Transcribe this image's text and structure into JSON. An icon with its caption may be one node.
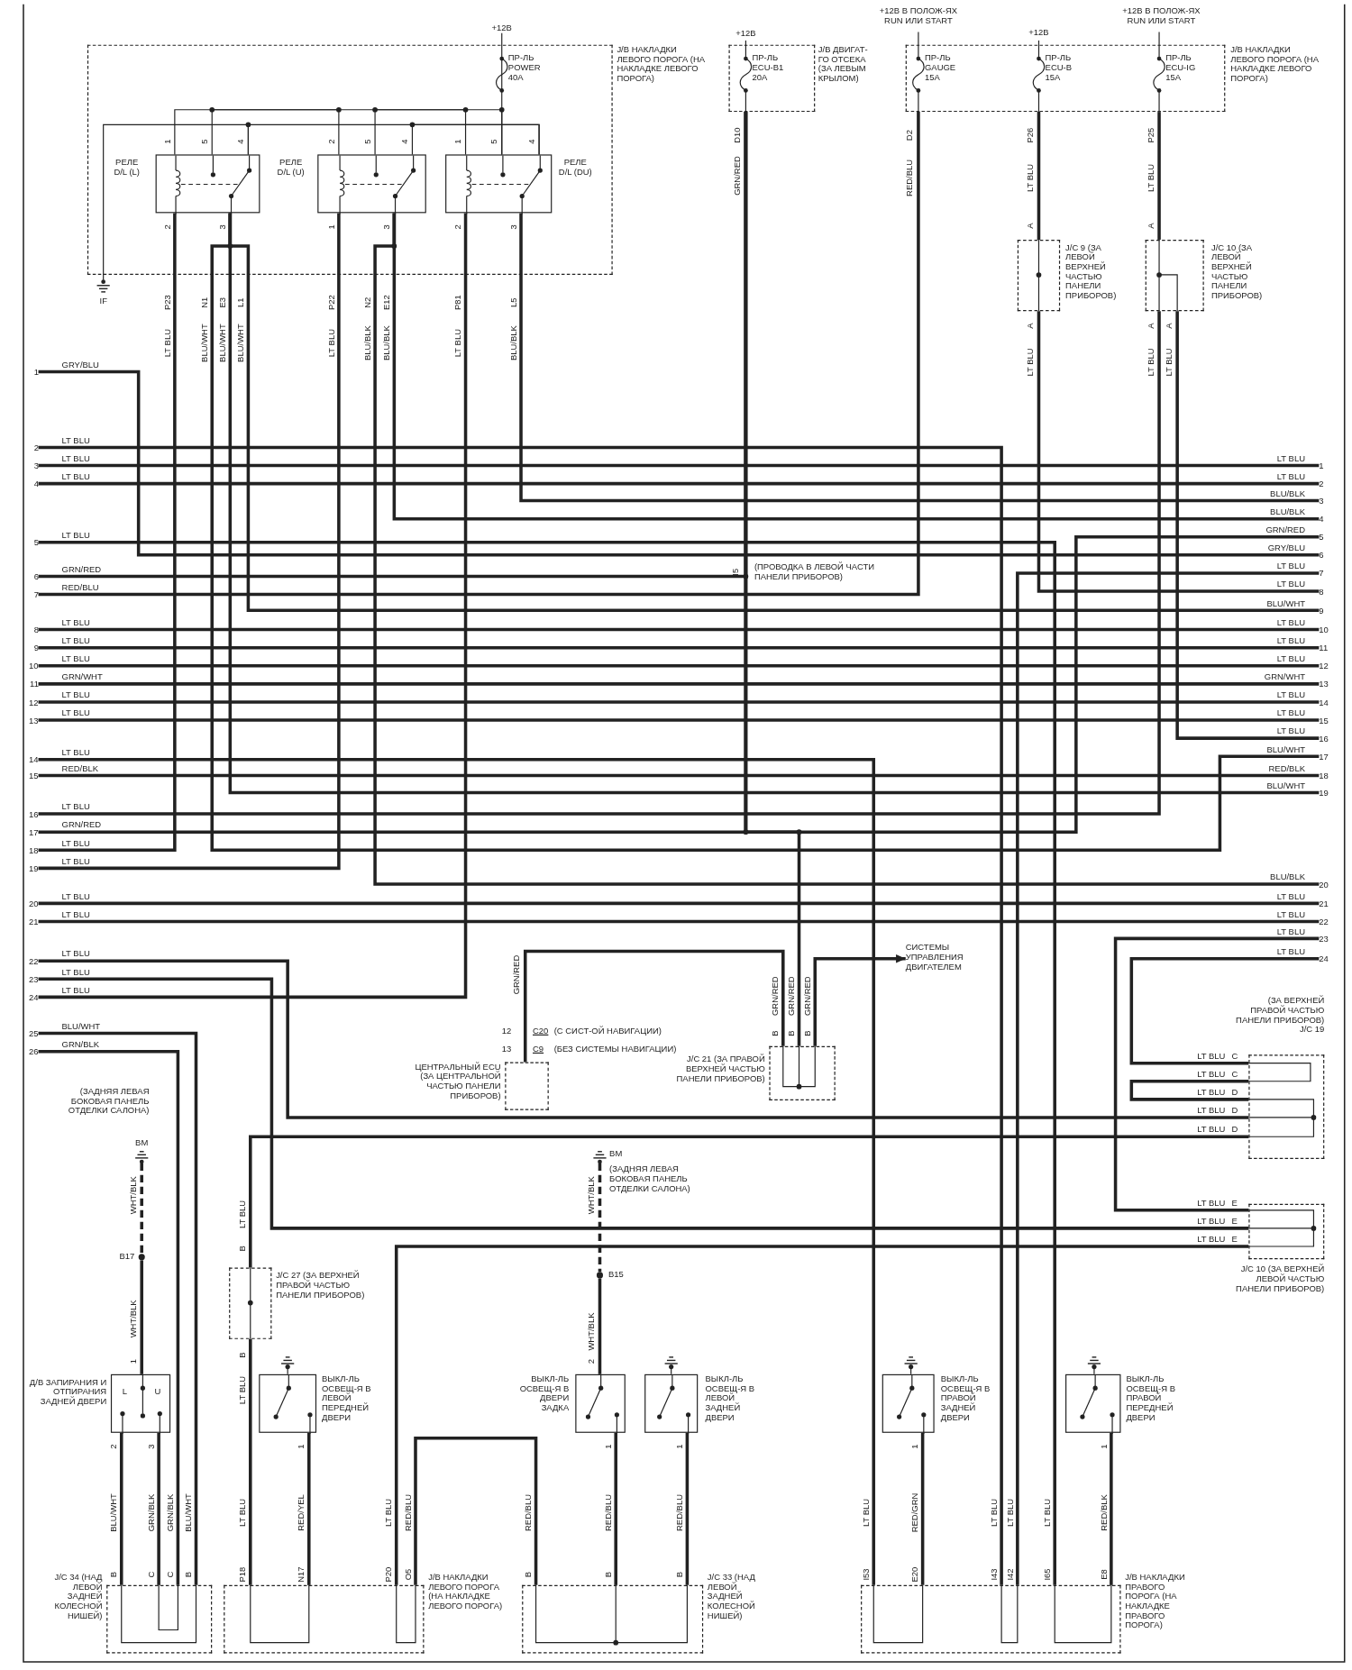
{
  "diagram": {
    "nodes": [
      {
        "text": [
          "J/B НАКЛАДКИ ЛЕВОГО ПОРОГА (НА НАКЛАДКЕ ЛЕВОГО ПОРОГА)"
        ]
      },
      {
        "text": [
          "РЕЛЕ D/L (L)"
        ],
        "in": 0
      },
      {
        "text": [
          "РЕЛЕ D/L (U)"
        ],
        "in": 0
      },
      {
        "text": [
          "РЕЛЕ D/L (DU)"
        ],
        "in": 0
      },
      {
        "text": [
          "J/B ДВИГАТ-ГО ОТСЕКА (ЗА ЛЕВЫМ КРЫЛОМ)"
        ]
      },
      {
        "text": [
          "J/B НАКЛАДКИ ЛЕВОГО ПОРОГА (НА НАКЛАДКЕ ЛЕВОГО ПОРОГА)"
        ]
      },
      {
        "text": [
          "J/C 9 (ЗА ЛЕВОЙ ВЕРХНЕЙ ЧАСТЬЮ ПАНЕЛИ ПРИБОРОВ)"
        ]
      },
      {
        "text": [
          "J/C 10 (ЗА ЛЕВОЙ ВЕРХНЕЙ ЧАСТЬЮ ПАНЕЛИ ПРИБОРОВ)"
        ]
      },
      {
        "text": [
          "ЦЕНТРАЛЬНЫЙ ECU (ЗА ЦЕНТРАЛЬНОЙ ЧАСТЬЮ ПАНЕЛИ ПРИБОРОВ)"
        ]
      },
      {
        "text": [
          "J/C 21 (ЗА ПРАВОЙ ВЕРХНЕЙ ЧАСТЬЮ ПАНЕЛИ ПРИБОРОВ)"
        ]
      },
      {
        "text": [
          "СИСТЕМЫ УПРАВЛЕНИЯ ДВИГАТЕЛЕМ"
        ]
      },
      {
        "text": [
          "(ЗА ВЕРХНЕЙ ПРАВОЙ ЧАСТЬЮ ПАНЕЛИ ПРИБОРОВ) J/C 19"
        ]
      },
      {
        "text": [
          "J/C 10 (ЗА ВЕРХНЕЙ ЛЕВОЙ ЧАСТЬЮ ПАНЕЛИ ПРИБОРОВ)"
        ]
      },
      {
        "text": [
          "J/C 27 (ЗА ВЕРХНЕЙ ПРАВОЙ ЧАСТЬЮ ПАНЕЛИ ПРИБОРОВ)"
        ]
      },
      {
        "text": [
          "Д/В ЗАПИРАНИЯ И ОТПИРАНИЯ ЗАДНЕЙ ДВЕРИ"
        ]
      },
      {
        "text": [
          "ВЫКЛ-ЛЬ ОСВЕЩ-Я В ЛЕВОЙ ПЕРЕДНЕЙ ДВЕРИ"
        ]
      },
      {
        "text": [
          "ВЫКЛ-ЛЬ ОСВЕЩ-Я В ДВЕРИ ЗАДКА"
        ]
      },
      {
        "text": [
          "ВЫКЛ-ЛЬ ОСВЕЩ-Я В ЛЕВОЙ ЗАДНЕЙ ДВЕРИ"
        ]
      },
      {
        "text": [
          "ВЫКЛ-ЛЬ ОСВЕЩ-Я В ПРАВОЙ ЗАДНЕЙ ДВЕРИ"
        ]
      },
      {
        "text": [
          "ВЫКЛ-ЛЬ ОСВЕЩ-Я В ПРАВОЙ ПЕРЕДНЕЙ ДВЕРИ"
        ]
      },
      {
        "text": [
          "J/C 34 (НАД ЛЕВОЙ ЗАДНЕЙ КОЛЕСНОЙ НИШЕЙ)"
        ]
      },
      {
        "text": [
          "J/B НАКЛАДКИ ЛЕВОГО ПОРОГА (НА НАКЛАДКЕ ЛЕВОГО ПОРОГА)"
        ]
      },
      {
        "text": [
          "J/C 33 (НАД ЛЕВОЙ ЗАДНЕЙ КОЛЕСНОЙ НИШЕЙ)"
        ]
      },
      {
        "text": [
          "J/B НАКЛАДКИ ПРАВОГО ПОРОГА (НА НАКЛАДКЕ ПРАВОГО ПОРОГА)"
        ]
      },
      {
        "text": [
          "1"
        ]
      },
      {
        "text": [
          "2"
        ]
      },
      {
        "text": [
          "3"
        ]
      },
      {
        "text": [
          "4"
        ]
      },
      {
        "text": [
          "5"
        ]
      },
      {
        "text": [
          "6"
        ]
      },
      {
        "text": [
          "7"
        ]
      },
      {
        "text": [
          "8"
        ]
      },
      {
        "text": [
          "9"
        ]
      },
      {
        "text": [
          "10"
        ]
      },
      {
        "text": [
          "11"
        ]
      },
      {
        "text": [
          "12"
        ]
      },
      {
        "text": [
          "13"
        ]
      },
      {
        "text": [
          "14"
        ]
      },
      {
        "text": [
          "15"
        ]
      },
      {
        "text": [
          "16"
        ]
      },
      {
        "text": [
          "17"
        ]
      },
      {
        "text": [
          "18"
        ]
      },
      {
        "text": [
          "19"
        ]
      },
      {
        "text": [
          "20"
        ]
      },
      {
        "text": [
          "21"
        ]
      },
      {
        "text": [
          "22"
        ]
      },
      {
        "text": [
          "23"
        ]
      },
      {
        "text": [
          "24"
        ]
      },
      {
        "text": [
          "25"
        ]
      },
      {
        "text": [
          "26"
        ]
      },
      {
        "text": [
          "1"
        ]
      },
      {
        "text": [
          "2"
        ]
      },
      {
        "text": [
          "3"
        ]
      },
      {
        "text": [
          "4"
        ]
      },
      {
        "text": [
          "5"
        ]
      },
      {
        "text": [
          "6"
        ]
      },
      {
        "text": [
          "7"
        ]
      },
      {
        "text": [
          "8"
        ]
      },
      {
        "text": [
          "9"
        ]
      },
      {
        "text": [
          "10"
        ]
      },
      {
        "text": [
          "11"
        ]
      },
      {
        "text": [
          "12"
        ]
      },
      {
        "text": [
          "13"
        ]
      },
      {
        "text": [
          "14"
        ]
      },
      {
        "text": [
          "15"
        ]
      },
      {
        "text": [
          "16"
        ]
      },
      {
        "text": [
          "17"
        ]
      },
      {
        "text": [
          "18"
        ]
      },
      {
        "text": [
          "19"
        ]
      },
      {
        "text": [
          "20"
        ]
      },
      {
        "text": [
          "21"
        ]
      },
      {
        "text": [
          "22"
        ]
      },
      {
        "text": [
          "23"
        ]
      },
      {
        "text": [
          "24"
        ]
      },
      {
        "text": [
          "IF"
        ]
      },
      {
        "text": [
          "BM"
        ]
      },
      {
        "text": [
          "B17"
        ]
      },
      {
        "text": [
          "BM"
        ]
      },
      {
        "text": [
          "B15"
        ]
      },
      {
        "text": [
          "+12В"
        ]
      }
    ],
    "edges": [
      {
        "from": 5,
        "to": 6,
        "arrow": "none"
      },
      {
        "from": 5,
        "to": 7,
        "arrow": "none"
      },
      {
        "from": 8,
        "to": 9,
        "arrow": "none"
      },
      {
        "from": 9,
        "to": 10,
        "arrow": "to"
      },
      {
        "from": 13,
        "to": 21,
        "arrow": "none"
      },
      {
        "from": 15,
        "to": 21,
        "arrow": "none"
      },
      {
        "from": 14,
        "to": 20,
        "arrow": "none"
      },
      {
        "from": 14,
        "to": 20,
        "arrow": "none"
      },
      {
        "from": 16,
        "to": 22,
        "arrow": "none"
      },
      {
        "from": 17,
        "to": 22,
        "arrow": "none"
      },
      {
        "from": 21,
        "to": 22,
        "arrow": "none"
      },
      {
        "from": 18,
        "to": 23,
        "arrow": "none"
      },
      {
        "from": 19,
        "to": 23,
        "arrow": "none"
      },
      {
        "from": 13,
        "to": 11,
        "arrow": "none"
      },
      {
        "from": 21,
        "to": 12,
        "arrow": "none"
      },
      {
        "from": 1,
        "to": 41,
        "arrow": "none"
      },
      {
        "from": 1,
        "to": 66,
        "arrow": "none"
      },
      {
        "from": 1,
        "to": 68,
        "arrow": "none"
      },
      {
        "from": 1,
        "to": 58,
        "arrow": "none"
      },
      {
        "from": 2,
        "to": 42,
        "arrow": "none"
      },
      {
        "from": 2,
        "to": 69,
        "arrow": "none"
      },
      {
        "from": 2,
        "to": 53,
        "arrow": "none"
      },
      {
        "from": 3,
        "to": 47,
        "arrow": "none"
      },
      {
        "from": 3,
        "to": 52,
        "arrow": "none"
      },
      {
        "from": 4,
        "to": 40,
        "arrow": "none"
      },
      {
        "from": 4,
        "to": 29,
        "arrow": "none"
      },
      {
        "from": 4,
        "to": 54,
        "arrow": "none"
      },
      {
        "from": 4,
        "to": 9,
        "arrow": "none"
      },
      {
        "from": 5,
        "to": 30,
        "arrow": "none"
      },
      {
        "from": 6,
        "to": 57,
        "arrow": "none"
      },
      {
        "from": 7,
        "to": 39,
        "arrow": "none"
      },
      {
        "from": 7,
        "to": 65,
        "arrow": "none"
      },
      {
        "from": 25,
        "to": 23,
        "arrow": "none"
      },
      {
        "from": 28,
        "to": 23,
        "arrow": "none"
      },
      {
        "from": 56,
        "to": 23,
        "arrow": "none"
      },
      {
        "from": 37,
        "to": 23,
        "arrow": "none"
      },
      {
        "from": 45,
        "to": 11,
        "arrow": "none"
      },
      {
        "from": 46,
        "to": 12,
        "arrow": "none"
      },
      {
        "from": 48,
        "to": 20,
        "arrow": "none"
      },
      {
        "from": 49,
        "to": 20,
        "arrow": "none"
      },
      {
        "from": 72,
        "to": 12,
        "arrow": "none"
      },
      {
        "from": 73,
        "to": 11,
        "arrow": "none"
      },
      {
        "from": 1,
        "to": 3,
        "arrow": "none"
      },
      {
        "from": 1,
        "to": 3,
        "arrow": "none"
      },
      {
        "from": 26,
        "to": 50,
        "arrow": "none"
      },
      {
        "from": 27,
        "to": 51,
        "arrow": "none"
      },
      {
        "from": 24,
        "to": 55,
        "arrow": "none"
      },
      {
        "from": 31,
        "to": 59,
        "arrow": "none"
      },
      {
        "from": 32,
        "to": 60,
        "arrow": "none"
      },
      {
        "from": 33,
        "to": 61,
        "arrow": "none"
      },
      {
        "from": 34,
        "to": 62,
        "arrow": "none"
      },
      {
        "from": 35,
        "to": 63,
        "arrow": "none"
      },
      {
        "from": 36,
        "to": 64,
        "arrow": "none"
      },
      {
        "from": 38,
        "to": 67,
        "arrow": "none"
      },
      {
        "from": 43,
        "to": 70,
        "arrow": "none"
      },
      {
        "from": 44,
        "to": 71,
        "arrow": "none"
      },
      {
        "from": 1,
        "to": 2,
        "arrow": "none"
      },
      {
        "from": 2,
        "to": 3,
        "arrow": "none"
      },
      {
        "from": 2,
        "to": 3,
        "arrow": "none"
      },
      {
        "from": 79,
        "to": 3,
        "arrow": "none"
      },
      {
        "from": 1,
        "to": 74,
        "arrow": "none"
      },
      {
        "from": 75,
        "to": 76,
        "arrow": "none",
        "style": "dashed"
      },
      {
        "from": 76,
        "to": 14,
        "arrow": "none"
      },
      {
        "from": 77,
        "to": 78,
        "arrow": "none",
        "style": "dashed"
      },
      {
        "from": 78,
        "to": 16,
        "arrow": "none"
      }
    ],
    "labels": [
      "ПР-ЛЬ POWER 40А",
      "1",
      "5",
      "4",
      "2",
      "3",
      "2",
      "5",
      "4",
      "1",
      "3",
      "1",
      "5",
      "4",
      "2",
      "3",
      "P23",
      "N1",
      "E3",
      "L1",
      "P22",
      "N2",
      "E12",
      "P81",
      "L5",
      "LT BLU",
      "BLU/WHT",
      "BLU/WHT",
      "BLU/WHT",
      "LT BLU",
      "BLU/BLK",
      "BLU/BLK",
      "LT BLU",
      "BLU/BLK",
      "+12В",
      "ПР-ЛЬ ECU-B1 20А",
      "D10",
      "GRN/RED",
      "+12В В ПОЛОЖ-ЯХ RUN ИЛИ START",
      "+12В",
      "+12В В ПОЛОЖ-ЯХ RUN ИЛИ START",
      "ПР-ЛЬ GAUGE 15А",
      "ПР-ЛЬ ECU-B 15А",
      "ПР-ЛЬ ECU-IG 15А",
      "D2",
      "RED/BLU",
      "P26",
      "LT BLU",
      "P25",
      "LT BLU",
      "A",
      "A",
      "A",
      "LT BLU",
      "A",
      "A",
      "LT BLU",
      "LT BLU",
      "GRY/BLU",
      "LT BLU",
      "LT BLU",
      "LT BLU",
      "LT BLU",
      "GRN/RED",
      "RED/BLU",
      "LT BLU",
      "LT BLU",
      "LT BLU",
      "GRN/WHT",
      "LT BLU",
      "LT BLU",
      "LT BLU",
      "RED/BLK",
      "LT BLU",
      "GRN/RED",
      "LT BLU",
      "LT BLU",
      "LT BLU",
      "LT BLU",
      "LT BLU",
      "LT BLU",
      "LT BLU",
      "BLU/WHT",
      "GRN/BLK",
      "I5",
      "(ПРОВОДКА В ЛЕВОЙ ЧАСТИ ПАНЕЛИ ПРИБОРОВ)",
      "LT BLU",
      "LT BLU",
      "BLU/BLK",
      "BLU/BLK",
      "GRN/RED",
      "GRY/BLU",
      "LT BLU",
      "LT BLU",
      "BLU/WHT",
      "LT BLU",
      "LT BLU",
      "LT BLU",
      "GRN/WHT",
      "LT BLU",
      "LT BLU",
      "LT BLU",
      "BLU/WHT",
      "RED/BLK",
      "BLU/WHT",
      "BLU/BLK",
      "LT BLU",
      "LT BLU",
      "LT BLU",
      "LT BLU",
      "GRN/RED",
      "12",
      "C20",
      "(С СИСТ-ОЙ НАВИГАЦИИ)",
      "13",
      "C9",
      "(БЕЗ СИСТЕМЫ НАВИГАЦИИ)",
      "GRN/RED",
      "GRN/RED",
      "GRN/RED",
      "B",
      "B",
      "B",
      "LT BLU",
      "C",
      "LT BLU",
      "C",
      "LT BLU",
      "D",
      "LT BLU",
      "D",
      "LT BLU",
      "D",
      "LT BLU",
      "E",
      "LT BLU",
      "E",
      "LT BLU",
      "E",
      "(ЗАДНЯЯ ЛЕВАЯ БОКОВАЯ ПАНЕЛЬ ОТДЕЛКИ САЛОНА)",
      "WHT/BLK",
      "WHT/BLK",
      "1",
      "L",
      "U",
      "2",
      "3",
      "BLU/WHT",
      "GRN/BLK",
      "GRN/BLK",
      "BLU/WHT",
      "B",
      "C",
      "C",
      "B",
      "LT BLU",
      "B",
      "B",
      "LT BLU",
      "LT BLU",
      "P18",
      "1",
      "RED/YEL",
      "N17",
      "LT BLU",
      "RED/BLU",
      "P20",
      "O5",
      "(ЗАДНЯЯ ЛЕВАЯ БОКОВАЯ ПАНЕЛЬ ОТДЕЛКИ САЛОНА)",
      "WHT/BLK",
      "WHT/BLK",
      "2",
      "RED/BLU",
      "1",
      "RED/BLU",
      "1",
      "RED/BLU",
      "B",
      "B",
      "B",
      "1",
      "1",
      "LT BLU",
      "RED/GRN",
      "LT BLU",
      "LT BLU",
      "LT BLU",
      "RED/BLK",
      "I53",
      "E20",
      "I43",
      "I42",
      "I65",
      "E8"
    ]
  }
}
